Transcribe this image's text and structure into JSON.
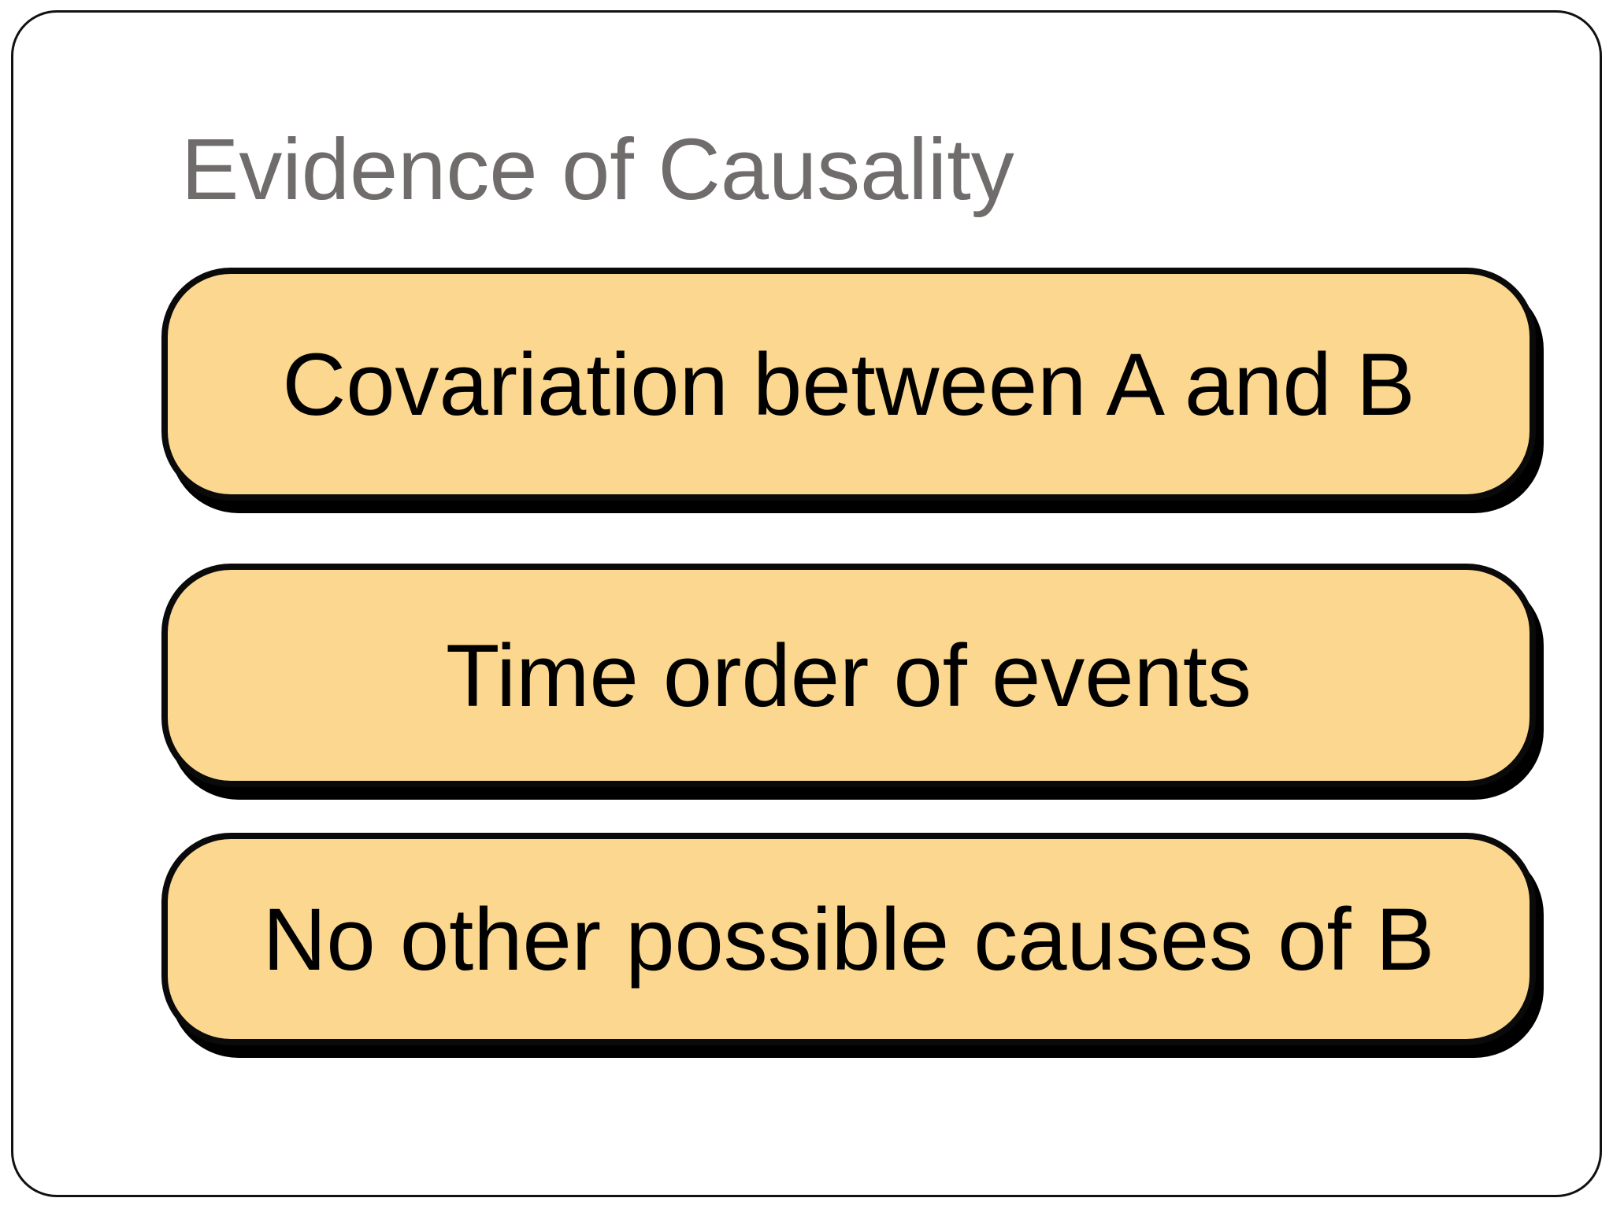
{
  "slide": {
    "title": "Evidence of Causality",
    "items": [
      {
        "label": "Covariation between A and B"
      },
      {
        "label": "Time order of events"
      },
      {
        "label": "No other possible causes of B"
      }
    ],
    "colors": {
      "background": "#ffffff",
      "frame_border": "#111111",
      "title_color": "#706c6c",
      "box_fill": "#fbd78f",
      "box_border": "#0a0a0a",
      "shadow": "#000000",
      "box_text": "#000000"
    }
  }
}
